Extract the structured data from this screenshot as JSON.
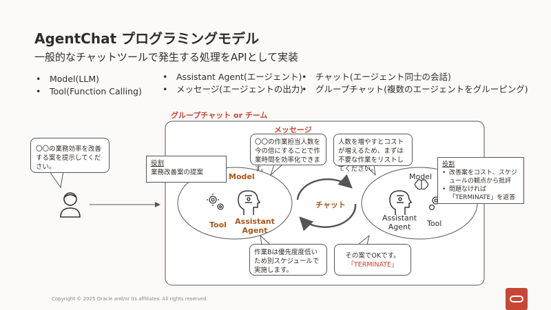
{
  "header": {
    "title": "AgentChat プログラミングモデル",
    "subtitle": "一般的なチャットツールで発生する処理をAPIとして実装"
  },
  "bullets": {
    "col1": [
      "Model(LLM)",
      "Tool(Function Calling)"
    ],
    "col2": [
      "Assistant Agent(エージェント)",
      "メッセージ(エージェントの出力)"
    ],
    "col3": [
      "チャット(エージェント同士の会話)",
      "グループチャット(複数のエージェントをグルーピング)"
    ]
  },
  "diagram": {
    "group_label": "グループチャット or チーム",
    "message_label": "メッセージ",
    "chat_label": "チャット",
    "user_request": "〇〇の業務効率を改善する案を提示してください。",
    "left_role": {
      "title": "役割",
      "text": "業務改善案の提案"
    },
    "right_role": {
      "title": "役割",
      "items": [
        "改善案をコスト、スケジュールの観点から批評",
        "問題なければ「TERMINATE」を返答"
      ]
    },
    "left_agent": {
      "model": "Model",
      "tool": "Tool",
      "agent": "Assistant Agent"
    },
    "right_agent": {
      "model": "Model",
      "tool": "Tool",
      "agent": "Assistant Agent"
    },
    "messages": {
      "m1": "〇〇の作業担当人数を今の倍にすることで作業時間を効率化できます。",
      "m2": "人数を増やすとコストが増えるため、まずは不要な作業をリストしてください。",
      "m3": "作業Bは優先度度低いため別スケジュールで実施します。",
      "m4_line1": "その案でOKです。",
      "m4_line2": "「TERMINATE」"
    }
  },
  "footer": {
    "copyright": "Copyright © 2025 Oracle and/or its affiliates. All rights reserved."
  },
  "colors": {
    "accent": "#c74634",
    "label_brown": "#a9551b",
    "text": "#312d2a"
  }
}
